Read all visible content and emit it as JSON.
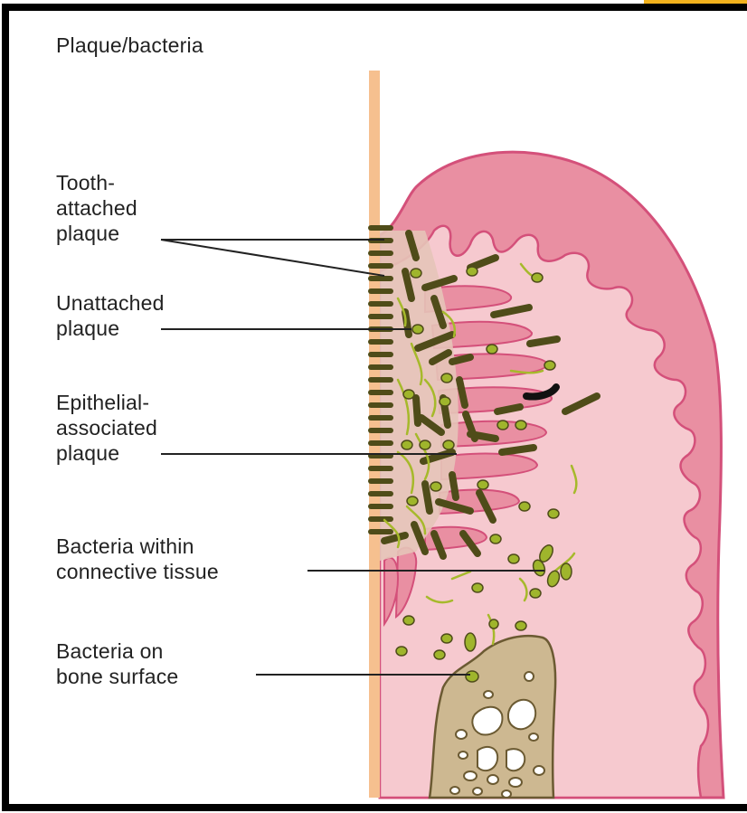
{
  "figure": {
    "title": "Plaque/bacteria",
    "labels": {
      "tooth_attached": "Tooth-\nattached\nplaque",
      "unattached": "Unattached\nplaque",
      "epithelial_associated": "Epithelial-\nassociated\nplaque",
      "connective_tissue": "Bacteria within\nconnective tissue",
      "bone_surface": "Bacteria on\nbone surface"
    }
  },
  "colors": {
    "frame": "#000000",
    "tooth": "#f6c08f",
    "gingiva_outer": "#e98fa2",
    "gingiva_outline": "#d4507a",
    "connective_tissue": "#f6c9cf",
    "bone": "#cdb891",
    "bacteria_dark": "#4f4c19",
    "bacteria_light": "#a6b92b",
    "bacteria_oval": "#9fb52c",
    "accent_tab": "#f2b21d"
  }
}
